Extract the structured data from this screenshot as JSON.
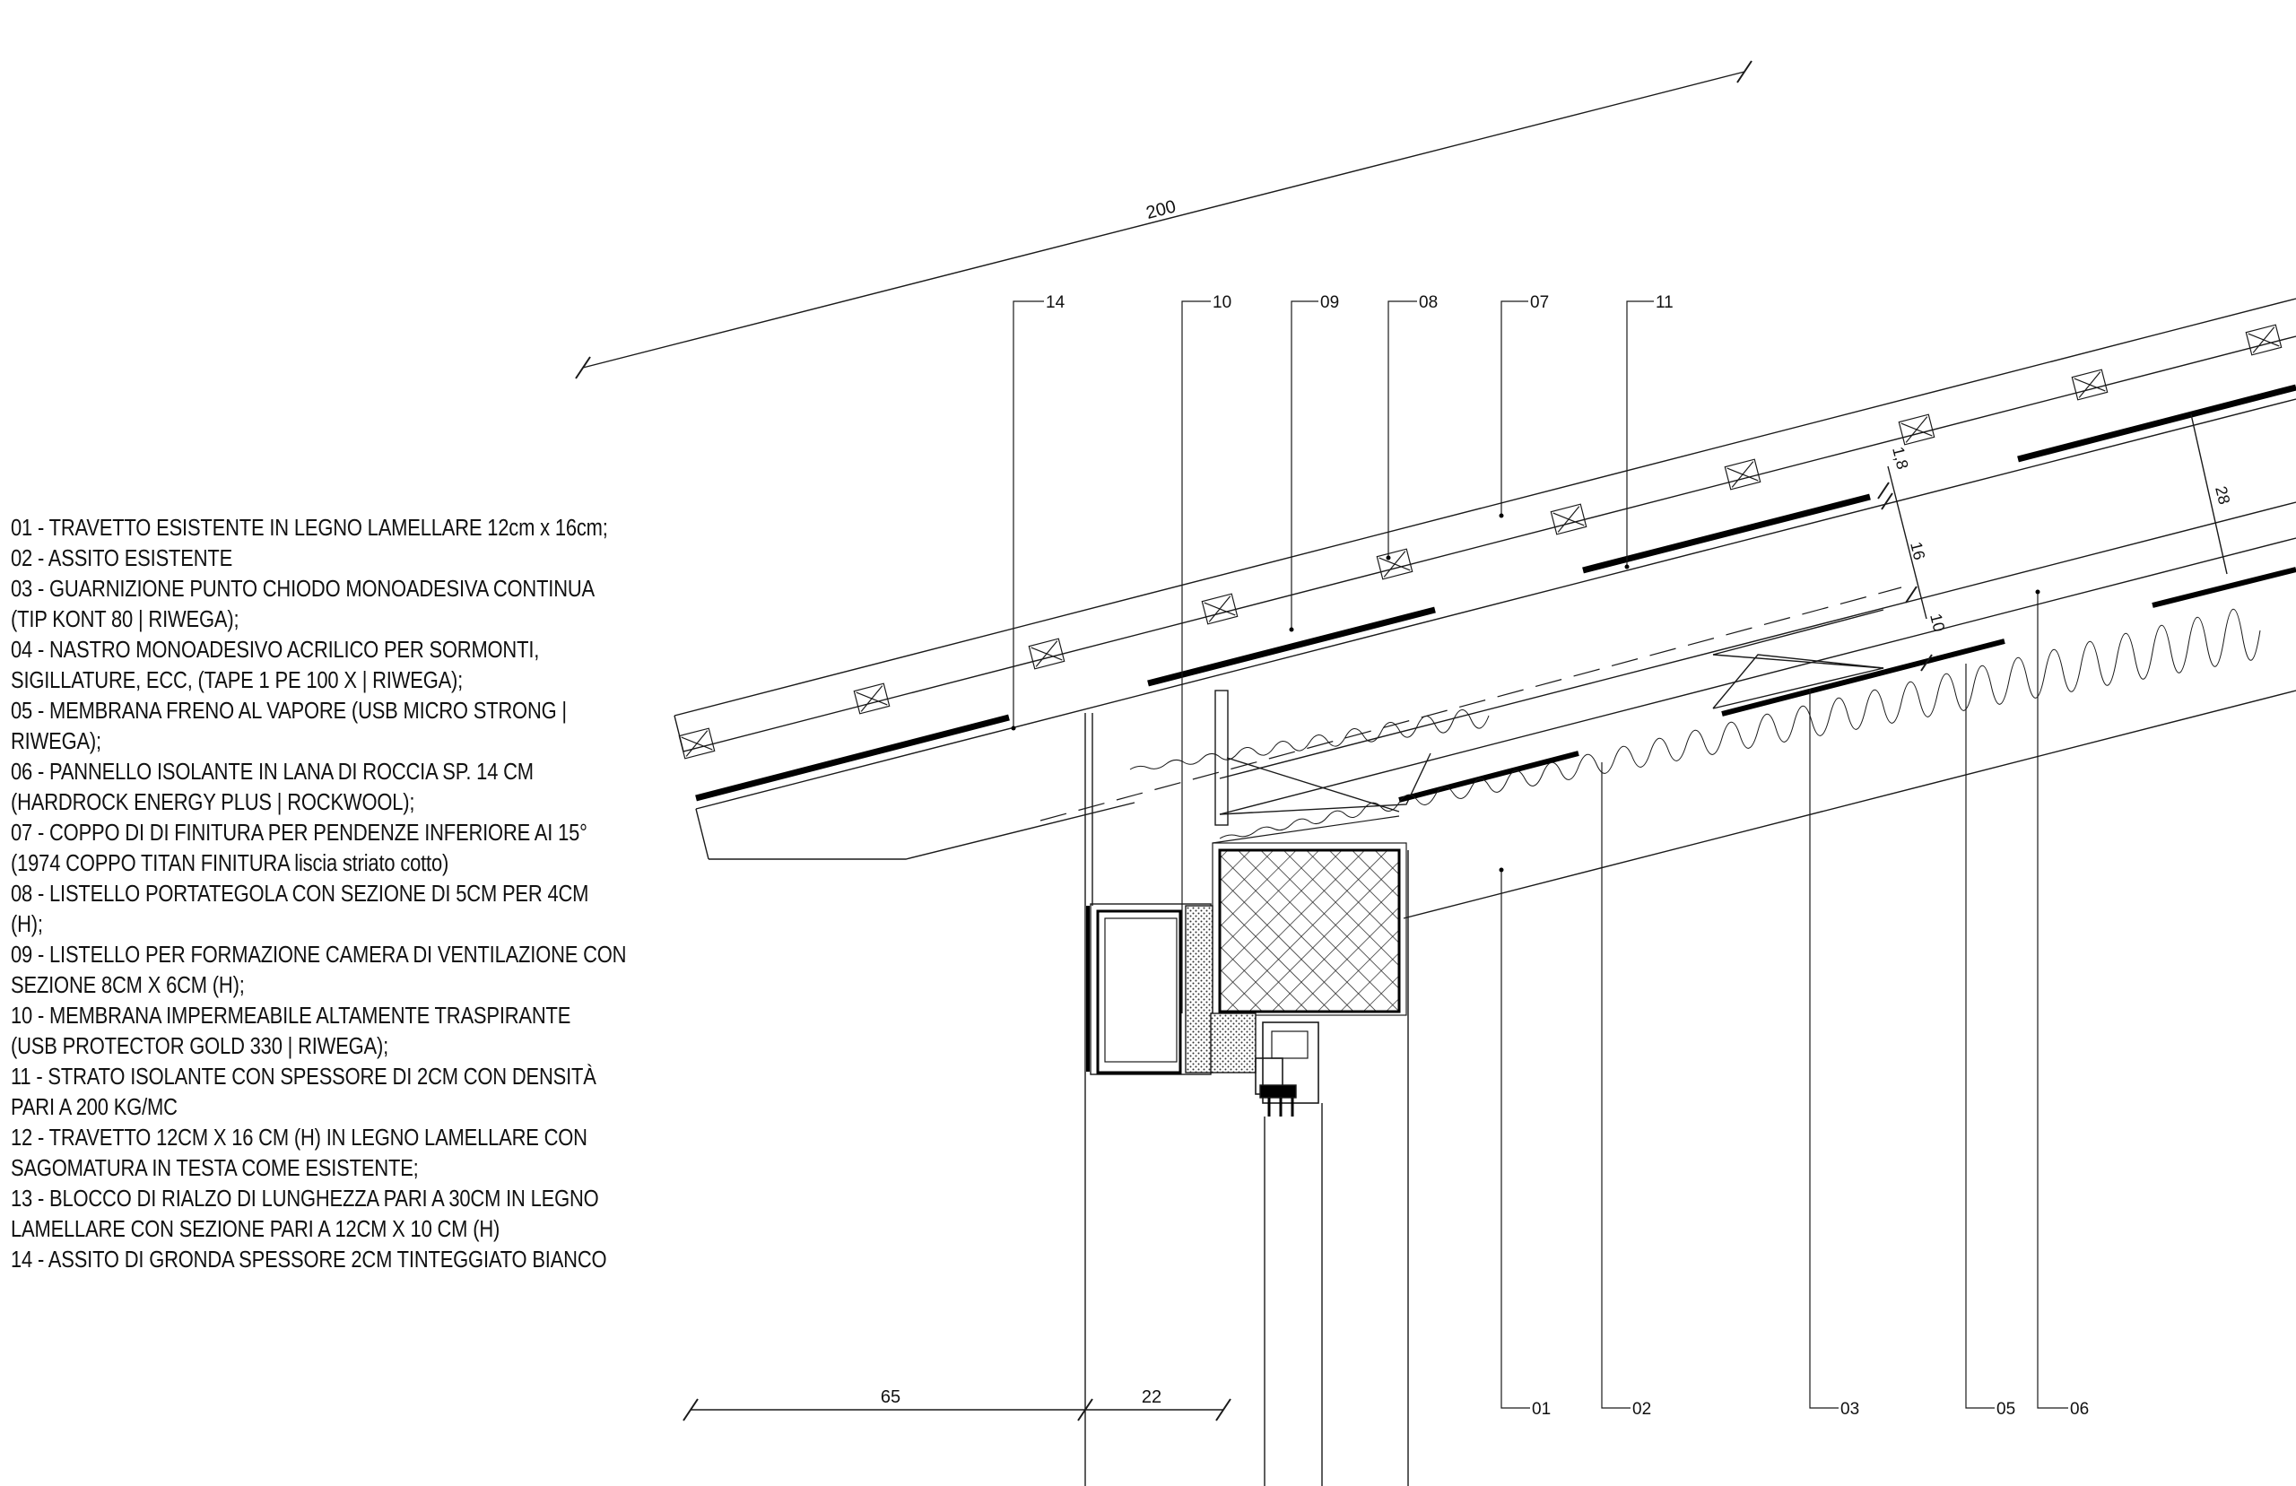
{
  "legend": [
    "01 - TRAVETTO ESISTENTE IN LEGNO LAMELLARE 12cm x 16cm;",
    "02 - ASSITO ESISTENTE",
    "03 - GUARNIZIONE PUNTO CHIODO MONOADESIVA CONTINUA",
    "(TIP KONT 80 | RIWEGA);",
    "04 - NASTRO MONOADESIVO ACRILICO PER SORMONTI,",
    "SIGILLATURE, ECC, (TAPE 1 PE 100 X | RIWEGA);",
    "05 - MEMBRANA FRENO AL VAPORE (USB MICRO STRONG |",
    "RIWEGA);",
    "06 - PANNELLO ISOLANTE IN LANA DI ROCCIA SP. 14 CM",
    "(HARDROCK ENERGY PLUS | ROCKWOOL);",
    "07 - COPPO DI DI FINITURA PER PENDENZE INFERIORE AI 15°",
    "(1974 COPPO TITAN  FINITURA liscia striato cotto)",
    "08 - LISTELLO PORTATEGOLA CON SEZIONE DI 5CM PER 4CM",
    "(H);",
    "09 - LISTELLO PER FORMAZIONE CAMERA DI VENTILAZIONE CON",
    "SEZIONE 8CM X 6CM (H);",
    "10 - MEMBRANA IMPERMEABILE ALTAMENTE TRASPIRANTE",
    "(USB PROTECTOR GOLD 330 | RIWEGA);",
    "11 - STRATO ISOLANTE CON SPESSORE DI 2CM CON DENSITÀ",
    "PARI A 200 KG/MC",
    "12 - TRAVETTO 12CM X 16 CM (H) IN LEGNO LAMELLARE CON",
    "SAGOMATURA IN TESTA COME ESISTENTE;",
    "13 - BLOCCO DI RIALZO DI LUNGHEZZA PARI A 30CM  IN LEGNO",
    "LAMELLARE CON SEZIONE PARI A 12CM X 10 CM (H)",
    "14 - ASSITO DI GRONDA SPESSORE 2CM TINTEGGIATO BIANCO"
  ],
  "tags_top": {
    "t14": "14",
    "t10": "10",
    "t09": "09",
    "t08": "08",
    "t07": "07",
    "t11": "11"
  },
  "tags_bottom": {
    "t01": "01",
    "t02": "02",
    "t03": "03",
    "t05": "05",
    "t06": "06"
  },
  "dimensions": {
    "slope_length": "200",
    "overhang": "65",
    "wall": "22",
    "d18": "1,8",
    "d16": "16",
    "d10": "10",
    "d28": "28"
  }
}
